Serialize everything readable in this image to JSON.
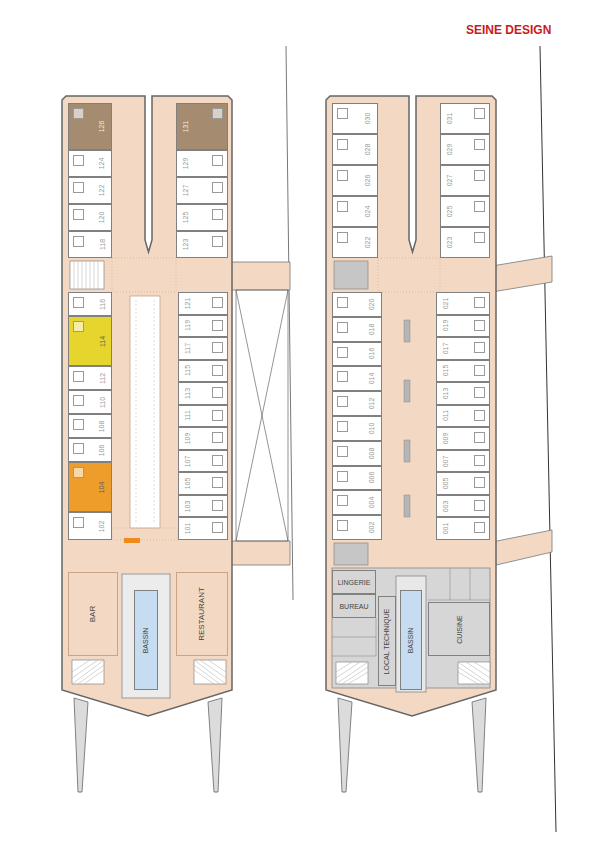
{
  "diagram": {
    "title": "SEINE DESIGN",
    "nodes": [
      {
        "text": [
          "126"
        ]
      },
      {
        "text": [
          "124"
        ]
      },
      {
        "text": [
          "122"
        ]
      },
      {
        "text": [
          "120"
        ]
      },
      {
        "text": [
          "118"
        ]
      },
      {
        "text": [
          "131"
        ]
      },
      {
        "text": [
          "129"
        ]
      },
      {
        "text": [
          "127"
        ]
      },
      {
        "text": [
          "125"
        ]
      },
      {
        "text": [
          "123"
        ]
      },
      {
        "text": [
          "116"
        ]
      },
      {
        "text": [
          "114"
        ]
      },
      {
        "text": [
          "112"
        ]
      },
      {
        "text": [
          "110"
        ]
      },
      {
        "text": [
          "108"
        ]
      },
      {
        "text": [
          "106"
        ]
      },
      {
        "text": [
          "104"
        ]
      },
      {
        "text": [
          "102"
        ]
      },
      {
        "text": [
          "121"
        ]
      },
      {
        "text": [
          "119"
        ]
      },
      {
        "text": [
          "117"
        ]
      },
      {
        "text": [
          "115"
        ]
      },
      {
        "text": [
          "113"
        ]
      },
      {
        "text": [
          "111"
        ]
      },
      {
        "text": [
          "109"
        ]
      },
      {
        "text": [
          "107"
        ]
      },
      {
        "text": [
          "105"
        ]
      },
      {
        "text": [
          "103"
        ]
      },
      {
        "text": [
          "101"
        ]
      },
      {
        "text": [
          "BAR"
        ]
      },
      {
        "text": [
          "BASSIN"
        ]
      },
      {
        "text": [
          "RESTAURANT"
        ]
      },
      {
        "text": [
          "030"
        ]
      },
      {
        "text": [
          "028"
        ]
      },
      {
        "text": [
          "026"
        ]
      },
      {
        "text": [
          "024"
        ]
      },
      {
        "text": [
          "022"
        ]
      },
      {
        "text": [
          "031"
        ]
      },
      {
        "text": [
          "029"
        ]
      },
      {
        "text": [
          "027"
        ]
      },
      {
        "text": [
          "025"
        ]
      },
      {
        "text": [
          "023"
        ]
      },
      {
        "text": [
          "020"
        ]
      },
      {
        "text": [
          "018"
        ]
      },
      {
        "text": [
          "016"
        ]
      },
      {
        "text": [
          "014"
        ]
      },
      {
        "text": [
          "012"
        ]
      },
      {
        "text": [
          "010"
        ]
      },
      {
        "text": [
          "008"
        ]
      },
      {
        "text": [
          "006"
        ]
      },
      {
        "text": [
          "004"
        ]
      },
      {
        "text": [
          "002"
        ]
      },
      {
        "text": [
          "021"
        ]
      },
      {
        "text": [
          "019"
        ]
      },
      {
        "text": [
          "017"
        ]
      },
      {
        "text": [
          "015"
        ]
      },
      {
        "text": [
          "013"
        ]
      },
      {
        "text": [
          "011"
        ]
      },
      {
        "text": [
          "009"
        ]
      },
      {
        "text": [
          "007"
        ]
      },
      {
        "text": [
          "005"
        ]
      },
      {
        "text": [
          "003"
        ]
      },
      {
        "text": [
          "001"
        ]
      },
      {
        "text": [
          "LINGERIE"
        ]
      },
      {
        "text": [
          "BUREAU"
        ]
      },
      {
        "text": [
          "LOCAL TECHNIQUE"
        ]
      },
      {
        "text": [
          "BASSIN"
        ]
      },
      {
        "text": [
          "CUISINE"
        ]
      }
    ]
  }
}
